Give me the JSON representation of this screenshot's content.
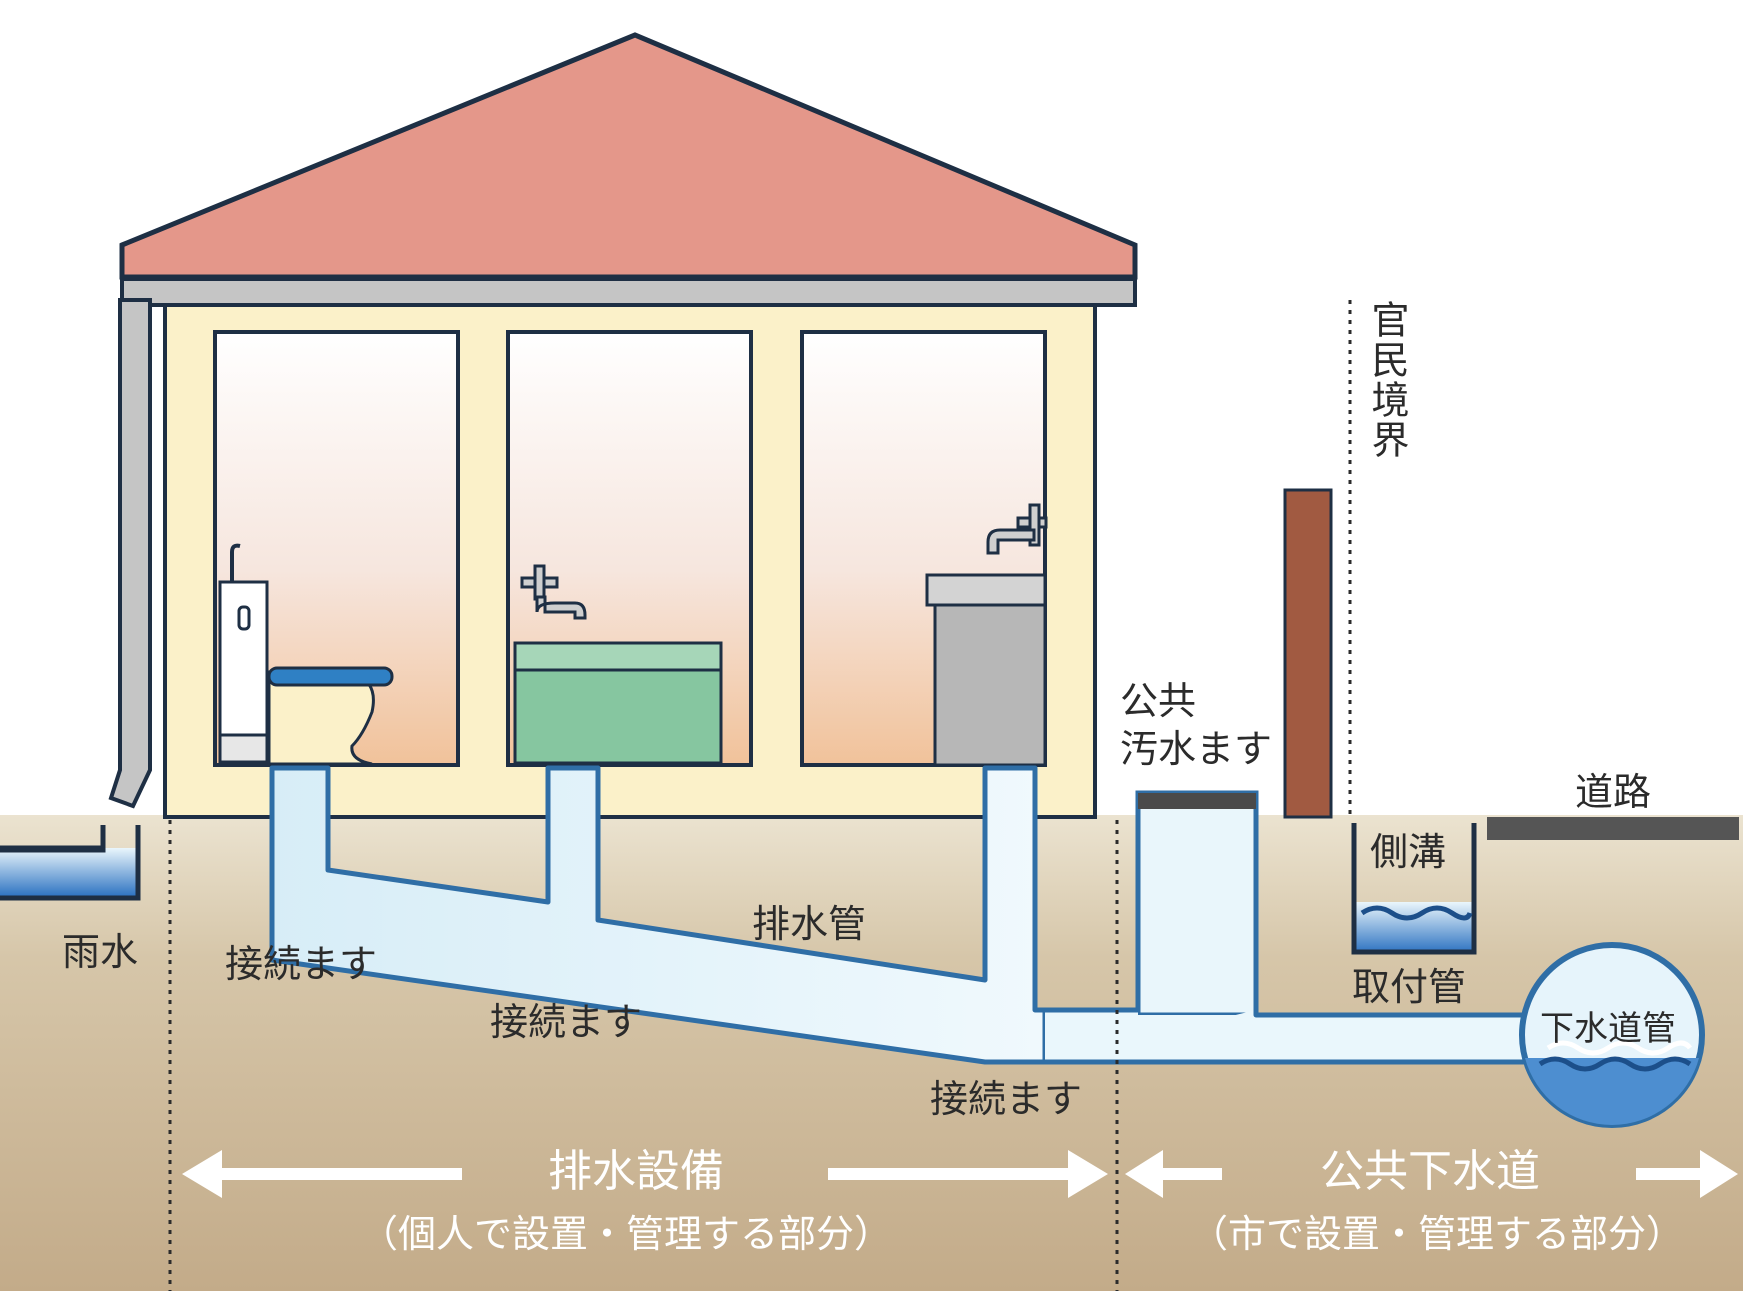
{
  "labels": {
    "boundary": "官民境界",
    "public_manhole": "公共\n汚水ます",
    "road": "道路",
    "side_ditch": "側溝",
    "rainwater": "雨水",
    "connection_left": "接続ます",
    "connection_middle": "接続ます",
    "connection_right": "接続ます",
    "drain_pipe": "排水管",
    "lateral_pipe": "取付管",
    "sewer_pipe": "下水道管"
  },
  "sections": {
    "private_title": "排水設備",
    "private_sub": "（個人で設置・管理する部分）",
    "public_title": "公共下水道",
    "public_sub": "（市で設置・管理する部分）"
  },
  "colors": {
    "roof": "#e4978a",
    "wall": "#fbf1c9",
    "ground": "#c7b294",
    "pipe_fill": "#d9eef7",
    "pipe_edge": "#2f6ea6",
    "post": "#a15a41",
    "road": "#555555",
    "bathtub": "#86c6a0",
    "sink": "#b7b7b7"
  }
}
